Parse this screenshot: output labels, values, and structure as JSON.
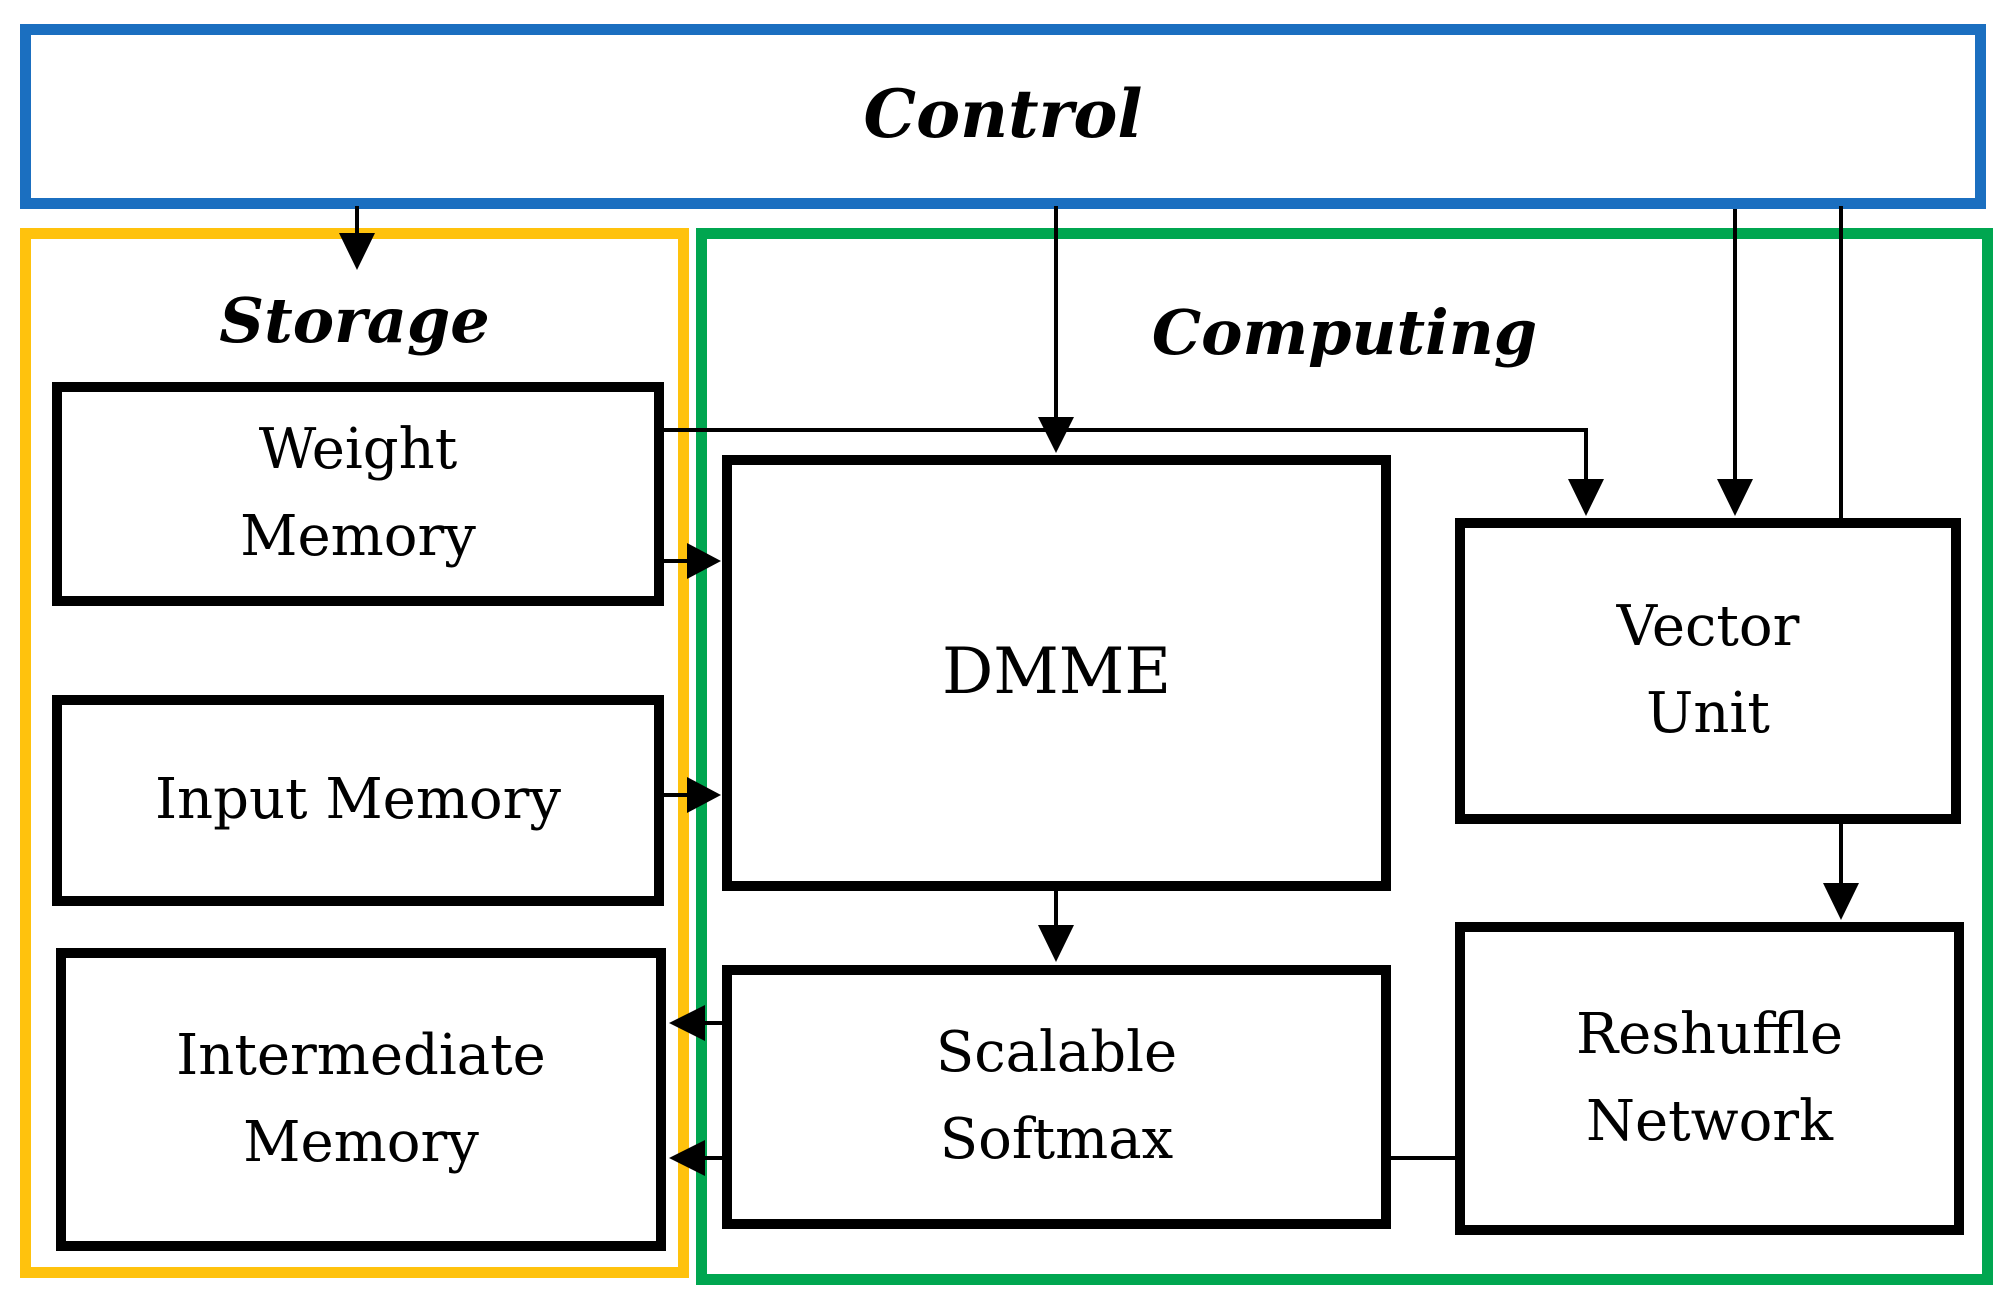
{
  "diagram": {
    "type": "hardware-architecture-block-diagram",
    "palette": {
      "control_border": "#1B6FC0",
      "storage_border": "#FFC20D",
      "computing_border": "#00A650",
      "block_border": "#000000",
      "wire": "#000000",
      "background": "#FFFFFF"
    }
  },
  "containers": {
    "control": {
      "label": "Control"
    },
    "storage": {
      "label": "Storage"
    },
    "computing": {
      "label": "Computing"
    }
  },
  "blocks": {
    "weight_memory": {
      "lines": [
        "Weight",
        "Memory"
      ]
    },
    "input_memory": {
      "lines": [
        "Input Memory"
      ]
    },
    "intermediate_memory": {
      "lines": [
        "Intermediate",
        "Memory"
      ]
    },
    "dmme": {
      "lines": [
        "DMME"
      ]
    },
    "scalable_softmax": {
      "lines": [
        "Scalable",
        "Softmax"
      ]
    },
    "vector_unit": {
      "lines": [
        "Vector",
        "Unit"
      ]
    },
    "reshuffle_network": {
      "lines": [
        "Reshuffle",
        "Network"
      ]
    }
  },
  "connections": [
    {
      "from": "Control",
      "to": "Storage",
      "style": "arrow"
    },
    {
      "from": "Control",
      "to": "DMME",
      "style": "arrow"
    },
    {
      "from": "Weight Memory",
      "to": "DMME",
      "style": "arrow"
    },
    {
      "from": "Input Memory",
      "to": "DMME",
      "style": "arrow"
    },
    {
      "from": "Weight Memory",
      "to": "Vector Unit",
      "style": "arrow-elbow"
    },
    {
      "from": "Control",
      "to": "Vector Unit",
      "style": "arrow"
    },
    {
      "from": "Control",
      "to": "Vector Unit",
      "style": "line"
    },
    {
      "from": "Vector Unit",
      "to": "Reshuffle Network",
      "style": "arrow"
    },
    {
      "from": "DMME",
      "to": "Scalable Softmax",
      "style": "arrow"
    },
    {
      "from": "Scalable Softmax",
      "to": "Intermediate Memory",
      "style": "arrow"
    },
    {
      "from": "Scalable Softmax",
      "to": "Intermediate Memory",
      "style": "arrow"
    },
    {
      "from": "Scalable Softmax",
      "to": "Reshuffle Network",
      "style": "line"
    }
  ]
}
